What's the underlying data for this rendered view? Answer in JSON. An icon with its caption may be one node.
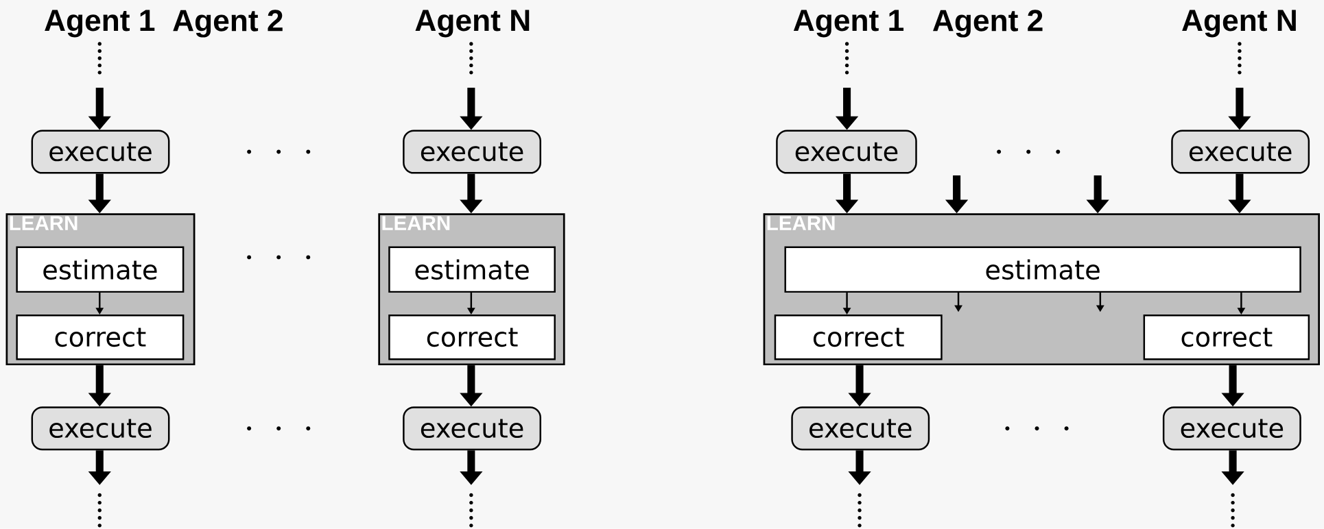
{
  "diagram": {
    "nodes": [
      {
        "text": [
          "execute"
        ]
      },
      {
        "text": [
          "LEARN"
        ]
      },
      {
        "text": [
          "estimate"
        ],
        "in": 1
      },
      {
        "text": [
          "correct"
        ],
        "in": 1
      },
      {
        "text": [
          "execute"
        ]
      },
      {
        "text": [
          "execute"
        ]
      },
      {
        "text": [
          "LEARN"
        ]
      },
      {
        "text": [
          "estimate"
        ],
        "in": 6
      },
      {
        "text": [
          "correct"
        ],
        "in": 6
      },
      {
        "text": [
          "execute"
        ]
      },
      {
        "text": [
          "execute"
        ]
      },
      {
        "text": [
          "execute"
        ]
      },
      {
        "text": [
          "LEARN"
        ]
      },
      {
        "text": [
          "estimate"
        ],
        "in": 12
      },
      {
        "text": [
          "correct"
        ],
        "in": 12
      },
      {
        "text": [
          "correct"
        ],
        "in": 12
      },
      {
        "text": [
          "execute"
        ]
      },
      {
        "text": [
          "execute"
        ]
      }
    ],
    "edges": [
      {
        "from": null,
        "to": 0,
        "arrow": "to"
      },
      {
        "from": 0,
        "to": 1,
        "arrow": "to"
      },
      {
        "from": 2,
        "to": 3,
        "arrow": "to"
      },
      {
        "from": 1,
        "to": 4,
        "arrow": "to"
      },
      {
        "from": 4,
        "to": null,
        "arrow": "to"
      },
      {
        "from": null,
        "to": 5,
        "arrow": "to"
      },
      {
        "from": 5,
        "to": 6,
        "arrow": "to"
      },
      {
        "from": 7,
        "to": 8,
        "arrow": "to"
      },
      {
        "from": 6,
        "to": 9,
        "arrow": "to"
      },
      {
        "from": 9,
        "to": null,
        "arrow": "to"
      },
      {
        "from": null,
        "to": 10,
        "arrow": "to"
      },
      {
        "from": 10,
        "to": 12,
        "arrow": "to"
      },
      {
        "from": null,
        "to": 12,
        "arrow": "to"
      },
      {
        "from": null,
        "to": 12,
        "arrow": "to"
      },
      {
        "from": null,
        "to": 11,
        "arrow": "to"
      },
      {
        "from": 11,
        "to": 12,
        "arrow": "to"
      },
      {
        "from": 13,
        "to": 14,
        "arrow": "to"
      },
      {
        "from": 13,
        "to": null,
        "arrow": "to"
      },
      {
        "from": 13,
        "to": null,
        "arrow": "to"
      },
      {
        "from": 13,
        "to": 15,
        "arrow": "to"
      },
      {
        "from": 12,
        "to": 16,
        "arrow": "to"
      },
      {
        "from": 12,
        "to": 17,
        "arrow": "to"
      },
      {
        "from": 16,
        "to": null,
        "arrow": "to"
      },
      {
        "from": 17,
        "to": null,
        "arrow": "to"
      }
    ],
    "labels": [
      "Agent 1",
      "Agent 2",
      "Agent N",
      "Agent 1",
      "Agent 2",
      "Agent N"
    ]
  }
}
